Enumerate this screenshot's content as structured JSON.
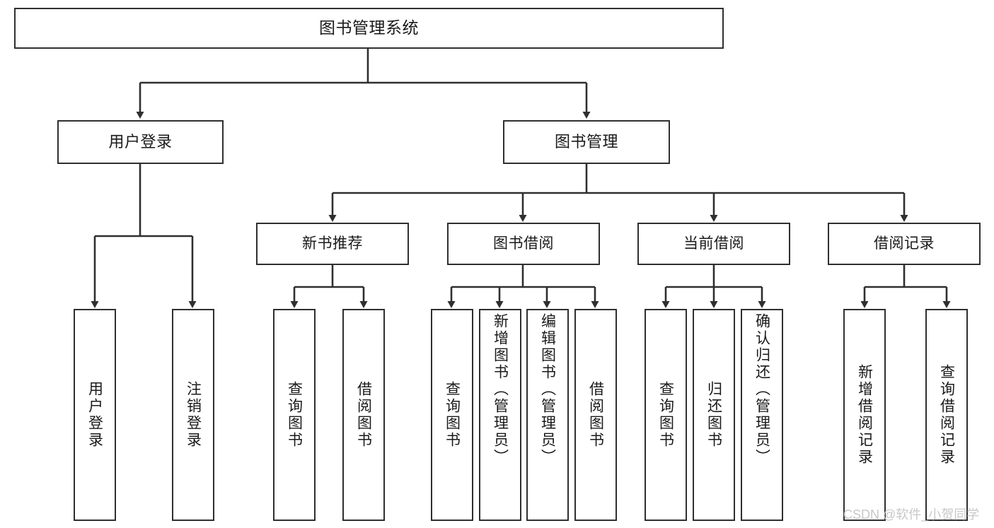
{
  "diagram": {
    "type": "tree",
    "title": "图书管理系统",
    "root": {
      "label": "图书管理系统"
    },
    "level2": [
      {
        "label": "用户登录"
      },
      {
        "label": "图书管理"
      }
    ],
    "level3": [
      {
        "label": "新书推荐"
      },
      {
        "label": "图书借阅"
      },
      {
        "label": "当前借阅"
      },
      {
        "label": "借阅记录"
      }
    ],
    "leaves": {
      "user_login": [
        {
          "label": "用户登录"
        },
        {
          "label": "注销登录"
        }
      ],
      "new_book": [
        {
          "label": "查询图书"
        },
        {
          "label": "借阅图书"
        }
      ],
      "borrow": [
        {
          "label": "查询图书"
        },
        {
          "label": "新增图书（管理员）"
        },
        {
          "label": "编辑图书（管理员）"
        },
        {
          "label": "借阅图书"
        }
      ],
      "current": [
        {
          "label": "查询图书"
        },
        {
          "label": "归还图书"
        },
        {
          "label": "确认归还（管理员）"
        }
      ],
      "records": [
        {
          "label": "新增借阅记录"
        },
        {
          "label": "查询借阅记录"
        }
      ]
    }
  },
  "colors": {
    "stroke": "#2f2f2f",
    "fill": "#ffffff",
    "text": "#1a1a1a",
    "watermark": "#c8c8c8"
  },
  "watermark": {
    "text": "CSDN @软件_小贺同学"
  }
}
